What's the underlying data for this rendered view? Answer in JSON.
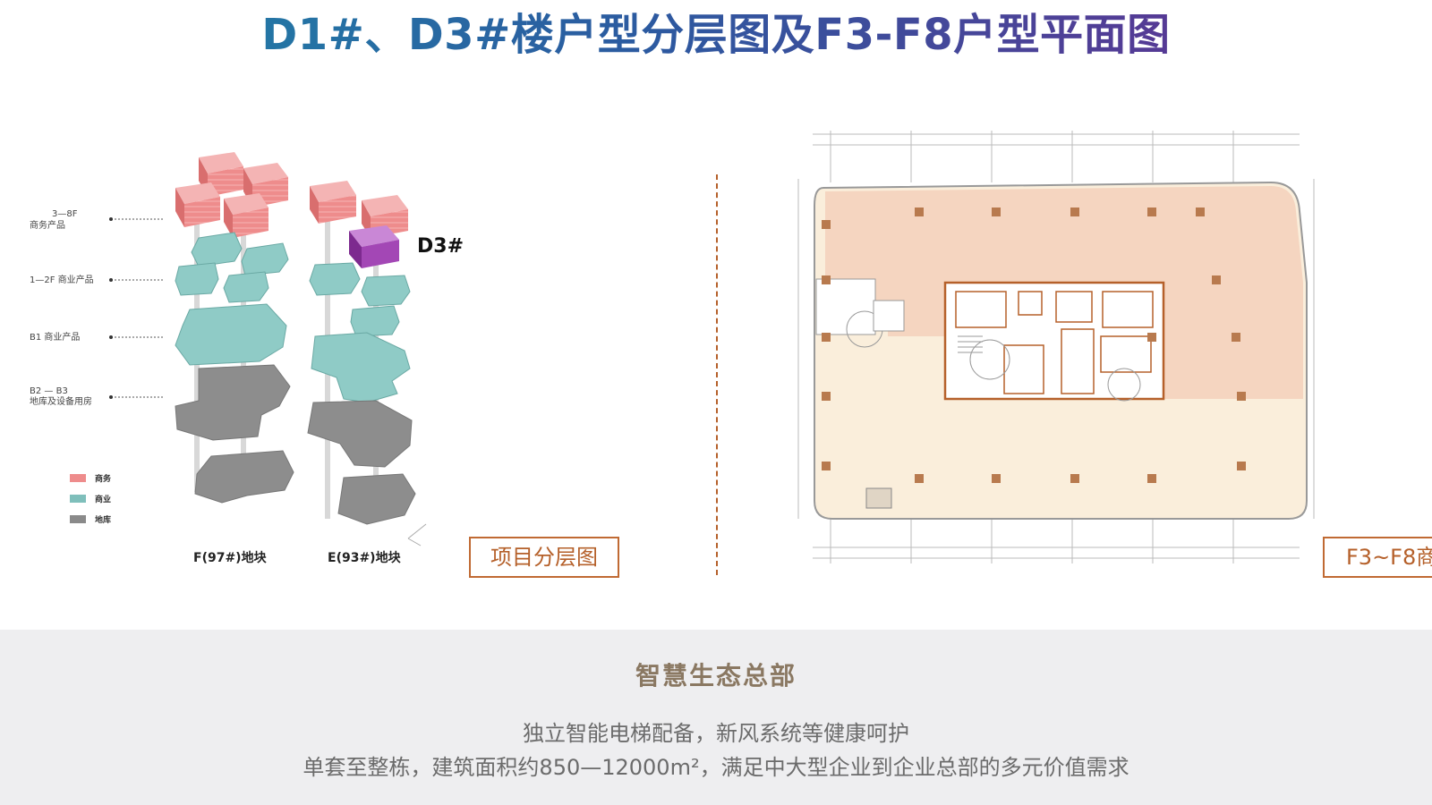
{
  "title": "D1#、D3#楼户型分层图及F3-F8户型平面图",
  "stack_diagram": {
    "floor_labels": [
      {
        "line1": "3—8F",
        "line2": "商务产品"
      },
      {
        "line1": "1—2F 商业产品",
        "line2": ""
      },
      {
        "line1": "B1 商业产品",
        "line2": ""
      },
      {
        "line1": "B2 — B3",
        "line2": "地库及设备用房"
      }
    ],
    "legend": [
      {
        "label": "商务",
        "color": "#ee8c8c"
      },
      {
        "label": "商业",
        "color": "#7fbfbb"
      },
      {
        "label": "地库",
        "color": "#8a8a8a"
      }
    ],
    "highlight_label": "D3#",
    "highlight_color": "#a347b5",
    "plot_labels": [
      "F(97#)地块",
      "E(93#)地块"
    ]
  },
  "left_caption": "项目分层图",
  "right_caption": "F3~F8商",
  "bottom": {
    "heading": "智慧生态总部",
    "line1": "独立智能电梯配备，新风系统等健康呵护",
    "line2": "单套至整栋，建筑面积约850—12000m²，满足中大型企业到企业总部的多元价值需求"
  },
  "colors": {
    "accent": "#c06a33",
    "floor_upper": "#f5d5c0",
    "floor_lower": "#faeedb",
    "core_line": "#b5602a"
  }
}
